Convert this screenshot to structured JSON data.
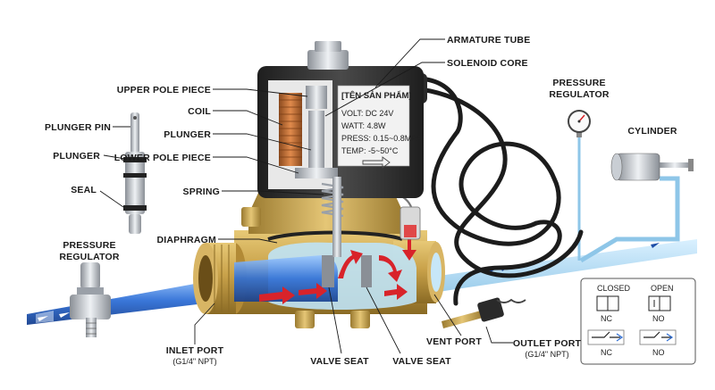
{
  "labels": {
    "armature_tube": "ARMATURE TUBE",
    "solenoid_core": "SOLENOID CORE",
    "upper_pole_piece": "UPPER POLE PIECE",
    "coil": "COIL",
    "plunger_main": "PLUNGER",
    "lower_pole_piece": "LOWER POLE PIECE",
    "spring": "SPRING",
    "diaphragm": "DIAPHRAGM",
    "plunger_pin": "PLUNGER PIN",
    "plunger_detail": "PLUNGER",
    "seal": "SEAL",
    "pressure_regulator_left_1": "PRESSURE",
    "pressure_regulator_left_2": "REGULATOR",
    "pressure_regulator_top_1": "PRESSURE",
    "pressure_regulator_top_2": "REGULATOR",
    "cylinder": "CYLINDER",
    "inlet_port": "INLET PORT",
    "inlet_port_spec": "(G1/4\" NPT)",
    "valve_seat_1": "VALVE SEAT",
    "valve_seat_2": "VALVE SEAT",
    "vent_port": "VENT PORT",
    "outlet_port": "OUTLET PORT",
    "outlet_port_spec": "(G1/4\" NPT)"
  },
  "nameplate": {
    "title": "[TÊN SẢN PHẨM]",
    "volt": "VOLT: DC 24V",
    "watt": "WATT: 4.8W",
    "press": "PRESS: 0.15~0.8MPa",
    "temp": "TEMP: -5~50°C"
  },
  "legend": {
    "closed": "CLOSED",
    "open": "OPEN",
    "nc_top": "NC",
    "no_top": "NO",
    "nc_bottom": "NC",
    "no_bottom": "NO"
  },
  "colors": {
    "brass": "#c9a24a",
    "coil_copper": "#c8703a",
    "housing": "#3a3a3a",
    "flow_blue": "#2f6fd6",
    "flow_light": "#8ec6e8",
    "arrow_red": "#d8232a",
    "cable": "#1c1c1c"
  },
  "icons": [
    "plunger-detail-icon",
    "pressure-regulator-icon",
    "pressure-gauge-icon",
    "cylinder-icon",
    "solenoid-valve-icon"
  ]
}
